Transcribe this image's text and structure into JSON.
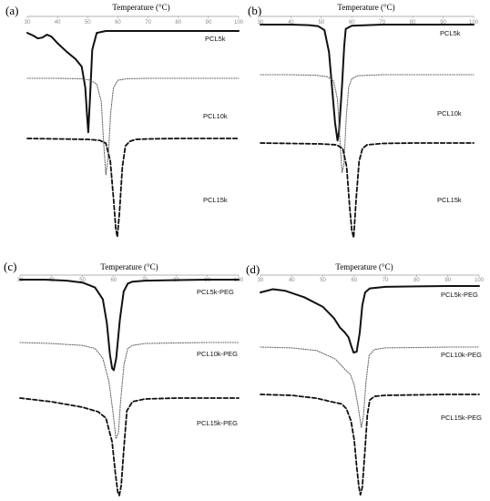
{
  "chart_data": [
    {
      "type": "line",
      "panel": "(a)",
      "xlabel": "Temperature (°C)",
      "xlim": [
        30,
        100
      ],
      "xticks": [
        "30",
        "40",
        "50",
        "60",
        "70",
        "80",
        "90",
        "100"
      ],
      "y_axis_shown": false,
      "series": [
        {
          "name": "PCL5k",
          "style": "solid",
          "x": [
            30,
            32,
            33.5,
            35,
            36.5,
            38,
            40,
            43,
            46,
            48,
            49.2,
            49.8,
            50.2,
            50.8,
            51.5,
            53,
            56,
            60,
            70,
            80,
            90,
            100
          ],
          "y": [
            2,
            5,
            8,
            7,
            4,
            6,
            13,
            22,
            30,
            38,
            60,
            90,
            108,
            70,
            20,
            2,
            0,
            0,
            0,
            0,
            0,
            0
          ]
        },
        {
          "name": "PCL10k",
          "style": "dotted",
          "x": [
            30,
            40,
            48,
            51,
            53,
            54.5,
            55.3,
            56,
            56.8,
            57.6,
            58.5,
            60,
            63,
            70,
            80,
            90,
            100
          ],
          "y": [
            0,
            0,
            0.5,
            2,
            6,
            24,
            68,
            100,
            82,
            36,
            10,
            2,
            0.5,
            0,
            0,
            0,
            0
          ]
        },
        {
          "name": "PCL15k",
          "style": "dashed",
          "x": [
            30,
            40,
            50,
            54,
            56,
            57.5,
            58.6,
            59.3,
            59.8,
            60.5,
            61.5,
            62.5,
            64,
            66,
            70,
            80,
            90,
            100
          ],
          "y": [
            0,
            0.5,
            1,
            2,
            5,
            24,
            66,
            96,
            105,
            80,
            30,
            8,
            3,
            1,
            0.5,
            0,
            0,
            0
          ]
        }
      ]
    },
    {
      "type": "line",
      "panel": "(b)",
      "xlabel": "Temperature (°C)",
      "xlim": [
        30,
        100
      ],
      "xticks": [
        "30",
        "40",
        "50",
        "60",
        "70",
        "80",
        "90",
        "100"
      ],
      "y_axis_shown": false,
      "series": [
        {
          "name": "PCL5k",
          "style": "solid",
          "x": [
            30,
            40,
            46,
            49,
            51,
            52.5,
            53.5,
            54.5,
            55.3,
            55.8,
            56.8,
            57.5,
            58,
            60,
            70,
            80,
            90,
            100
          ],
          "y": [
            0,
            0,
            0.5,
            1.5,
            5,
            25,
            58,
            90,
            106,
            98,
            55,
            20,
            4,
            1,
            0,
            0,
            0,
            0
          ]
        },
        {
          "name": "PCL10k",
          "style": "dotted",
          "x": [
            30,
            40,
            48,
            52,
            54,
            55.3,
            56.2,
            56.8,
            57.4,
            58.2,
            59,
            60,
            62,
            70,
            80,
            90,
            100
          ],
          "y": [
            0,
            0,
            0.5,
            2,
            6,
            24,
            70,
            96,
            88,
            40,
            12,
            4,
            1,
            0,
            0,
            0,
            0
          ]
        },
        {
          "name": "PCL15k",
          "style": "dashed",
          "x": [
            30,
            40,
            50,
            55,
            57,
            58.3,
            59.3,
            60,
            60.6,
            61.4,
            62.4,
            63.5,
            65,
            70,
            80,
            90,
            100
          ],
          "y": [
            0,
            0.5,
            1,
            2,
            6,
            26,
            70,
            96,
            104,
            62,
            20,
            6,
            2,
            0.5,
            0,
            0,
            0
          ]
        }
      ]
    },
    {
      "type": "line",
      "panel": "(c)",
      "xlabel": "Temperature (°C)",
      "xlim": [
        30,
        100
      ],
      "xticks": [
        "30",
        "40",
        "50",
        "60",
        "70",
        "80",
        "90",
        "100"
      ],
      "y_axis_shown": false,
      "series": [
        {
          "name": "PCL5k-PEG",
          "style": "solid",
          "x": [
            30,
            38,
            45,
            50,
            54,
            56.5,
            57.8,
            58.8,
            59.5,
            60,
            60.8,
            62,
            63.2,
            64.5,
            66,
            70,
            80,
            90,
            100
          ],
          "y": [
            0,
            0,
            1,
            3,
            8,
            20,
            44,
            76,
            90,
            92,
            80,
            40,
            12,
            4,
            2,
            1,
            0.5,
            0,
            0
          ]
        },
        {
          "name": "PCL10k-PEG",
          "style": "dotted",
          "x": [
            30,
            40,
            50,
            54,
            56.5,
            58.5,
            59.8,
            60.7,
            61.5,
            62.2,
            63.3,
            64.5,
            66,
            70,
            80,
            90,
            100
          ],
          "y": [
            0,
            1,
            3,
            6,
            16,
            40,
            72,
            98,
            92,
            60,
            22,
            6,
            3,
            1,
            0.5,
            0,
            0
          ]
        },
        {
          "name": "PCL15k-PEG",
          "style": "dashed",
          "x": [
            30,
            40,
            50,
            55,
            57.5,
            59.5,
            60.5,
            61.3,
            61.8,
            62.4,
            63.2,
            64.2,
            66,
            70,
            80,
            90,
            100
          ],
          "y": [
            0,
            4,
            10,
            15,
            22,
            48,
            82,
            103,
            107,
            96,
            58,
            14,
            4,
            1,
            0,
            0,
            0
          ]
        }
      ]
    },
    {
      "type": "line",
      "panel": "(d)",
      "xlabel": "Temperature (°C)",
      "xlim": [
        30,
        100
      ],
      "xticks": [
        "30",
        "40",
        "50",
        "60",
        "70",
        "80",
        "90",
        "100"
      ],
      "y_axis_shown": false,
      "series": [
        {
          "name": "PCL5k-PEG",
          "style": "solid",
          "x": [
            30,
            34,
            38,
            44,
            50,
            53.5,
            55.5,
            57,
            58.2,
            59,
            59.8,
            60.8,
            61.8,
            62.6,
            63.5,
            65,
            70,
            80,
            90,
            100
          ],
          "y": [
            8,
            4,
            6,
            14,
            26,
            40,
            52,
            58,
            64,
            74,
            83,
            82,
            58,
            24,
            8,
            3,
            1,
            0.5,
            0,
            0
          ]
        },
        {
          "name": "PCL10k-PEG",
          "style": "dotted",
          "x": [
            30,
            40,
            48,
            54,
            57,
            58.8,
            60,
            61.3,
            62.3,
            63,
            63.8,
            64.8,
            66.5,
            70,
            80,
            90,
            100
          ],
          "y": [
            0,
            1,
            4,
            14,
            26,
            32,
            44,
            70,
            94,
            80,
            40,
            10,
            3,
            1,
            0.5,
            0,
            0
          ]
        },
        {
          "name": "PCL15k-PEG",
          "style": "dashed",
          "x": [
            30,
            40,
            48,
            53,
            56,
            57.5,
            59,
            60,
            60.8,
            61.5,
            62,
            62.6,
            63.4,
            64.2,
            65,
            66.5,
            70,
            80,
            90,
            100
          ],
          "y": [
            0,
            1,
            4,
            8,
            10,
            15,
            28,
            48,
            76,
            97,
            106,
            98,
            62,
            22,
            6,
            2,
            1,
            0.5,
            0,
            0
          ]
        }
      ]
    }
  ]
}
